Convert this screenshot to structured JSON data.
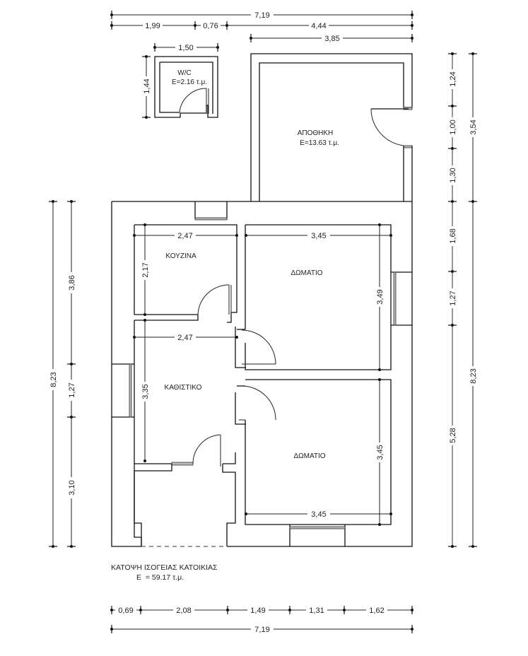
{
  "drawing": {
    "title": "ΚΑΤΟΨΗ ΙΣΟΓΕΙΑΣ ΚΑΤΟΙΚΙΑΣ",
    "total_area": "Ε  = 59.17 τ.μ."
  },
  "rooms": {
    "wc": {
      "name": "W/C",
      "area": "E=2.16  τ.μ.",
      "width": "1,50",
      "height": "1,44"
    },
    "storage": {
      "name": "ΑΠΟΘΗΚΗ",
      "area": "E=13.63 τ.μ."
    },
    "kitchen": {
      "name": "ΚΟΥΖΙΝΑ",
      "width": "2,47",
      "height": "2,17"
    },
    "living": {
      "name": "ΚΑΘΙΣΤΙΚΟ",
      "width": "2,47",
      "height": "3,35"
    },
    "bedroom1": {
      "name": "ΔΩΜΑΤΙΟ",
      "width": "3,45",
      "height": "3,49"
    },
    "bedroom2": {
      "name": "ΔΩΜΑΤΙΟ",
      "width": "3,45",
      "height": "3,45",
      "bottom_width": "3,45"
    }
  },
  "dimensions": {
    "top": {
      "total": "7,19",
      "seg1": "1,99",
      "seg2": "0,76",
      "seg3": "4,44",
      "storage_width": "3,85"
    },
    "right": {
      "seg1": "1,24",
      "seg2": "1,00",
      "seg3": "1,30",
      "seg4": "1,68",
      "seg5": "1,27",
      "seg6": "5,28",
      "storage_total": "3,54",
      "house_total": "8,23"
    },
    "left": {
      "total": "8,23",
      "seg1": "3,86",
      "seg2": "1,27",
      "seg3": "3,10"
    },
    "bottom": {
      "seg1": "0,69",
      "seg2": "2,08",
      "seg3": "1,49",
      "seg4": "1,31",
      "seg5": "1,62",
      "total": "7,19"
    }
  }
}
